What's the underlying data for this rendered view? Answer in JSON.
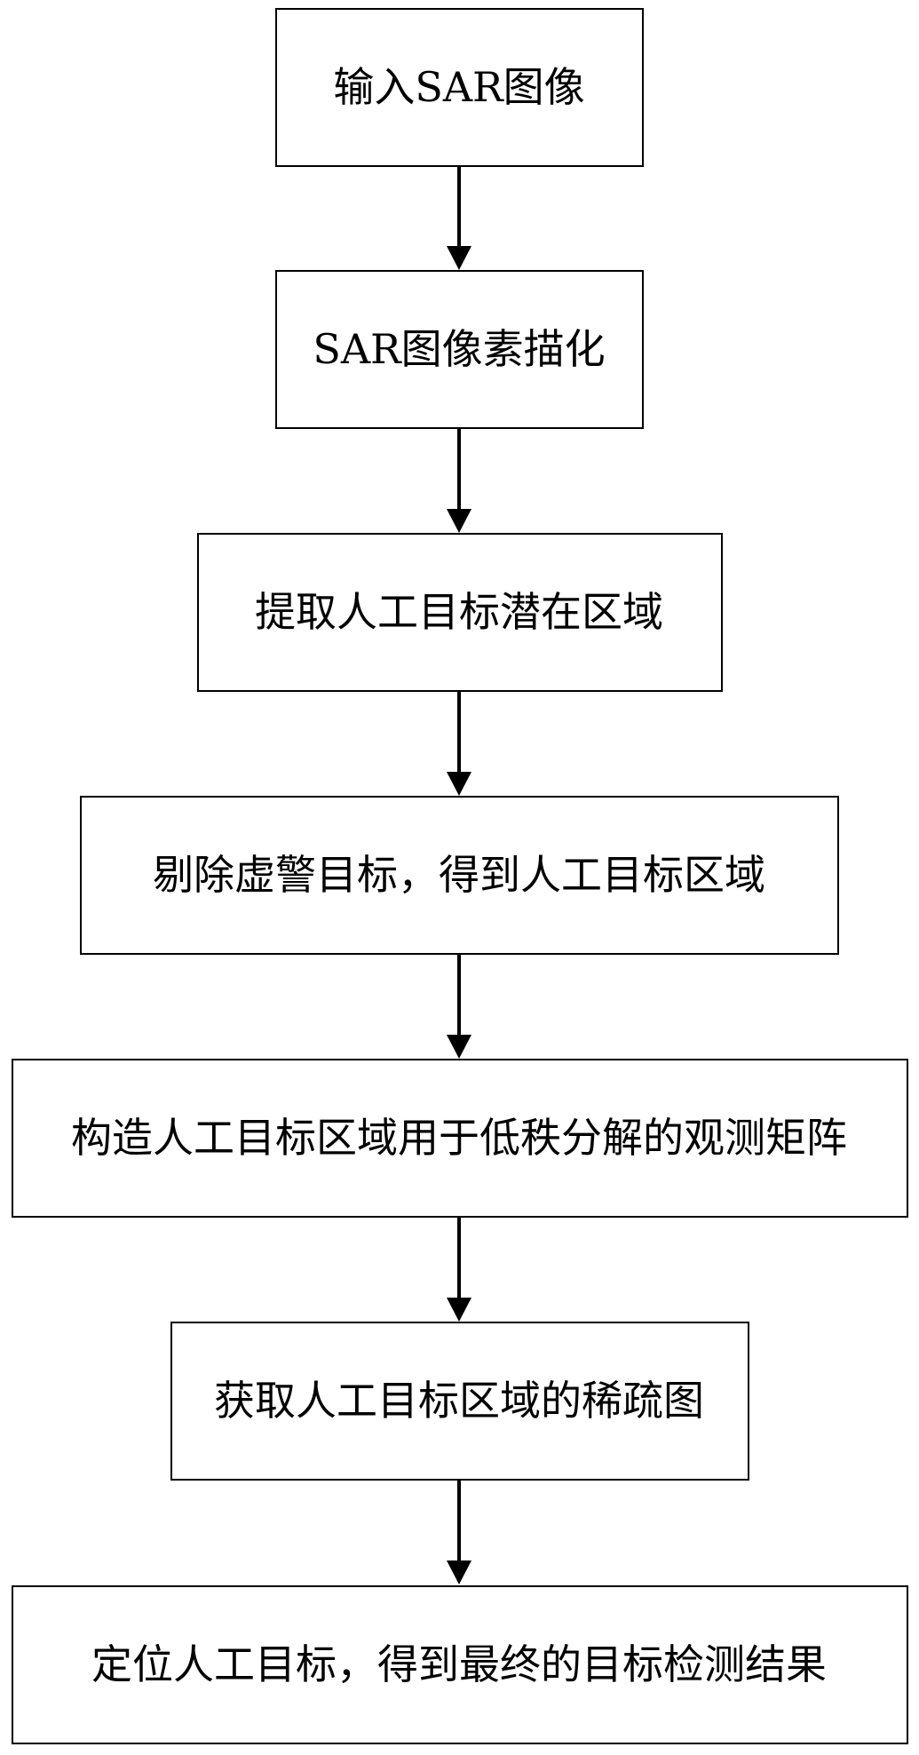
{
  "flowchart": {
    "steps": [
      {
        "id": "input-sar-image",
        "label": "输入SAR图像"
      },
      {
        "id": "sar-image-sketch",
        "label": "SAR图像素描化"
      },
      {
        "id": "extract-potential-regions",
        "label": "提取人工目标潜在区域"
      },
      {
        "id": "remove-false-alarms",
        "label": "剔除虚警目标，得到人工目标区域"
      },
      {
        "id": "construct-observation-matrix",
        "label": "构造人工目标区域用于低秩分解的观测矩阵"
      },
      {
        "id": "obtain-sparse-map",
        "label": "获取人工目标区域的稀疏图"
      },
      {
        "id": "locate-targets",
        "label": "定位人工目标，得到最终的目标检测结果"
      }
    ],
    "colors": {
      "stroke": "#000000",
      "fill": "#ffffff",
      "text": "#000000"
    }
  }
}
